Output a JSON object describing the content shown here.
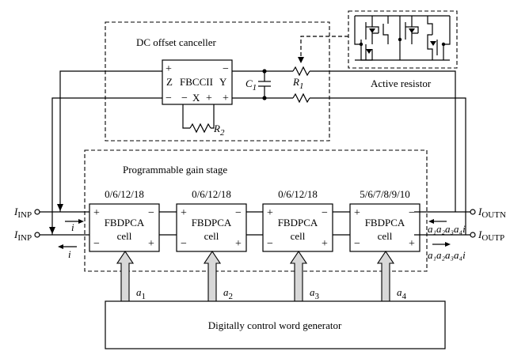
{
  "labels": {
    "dc_offset_canceller": "DC offset canceller",
    "fbccii": "FBCCII",
    "port_z": "Z",
    "port_y": "Y",
    "port_x": "X",
    "c1": "C",
    "c1_sub": "1",
    "r1": "R",
    "r1_sub": "1",
    "r2": "R",
    "r2_sub": "2",
    "active_resistor": "Active resistor",
    "programmable_gain_stage": "Programmable gain stage",
    "word_generator": "Digitally control word generator",
    "i_inp_1": "I",
    "i_inp_1_sub": "INP",
    "i_inp_2": "I",
    "i_inp_2_sub": "INP",
    "i_outn": "I",
    "i_outn_sub": "OUTN",
    "i_outp": "I",
    "i_outp_sub": "OUTP",
    "current_i_1": "i",
    "current_i_2": "i",
    "out_current_1": "a₁a₂a₃a₄i",
    "out_current_2": "a₁a₂a₃a₄i"
  },
  "cells": [
    {
      "gain": "0/6/12/18",
      "name": "FBDPCA",
      "sub": "cell",
      "control": "a",
      "control_sub": "1"
    },
    {
      "gain": "0/6/12/18",
      "name": "FBDPCA",
      "sub": "cell",
      "control": "a",
      "control_sub": "2"
    },
    {
      "gain": "0/6/12/18",
      "name": "FBDPCA",
      "sub": "cell",
      "control": "a",
      "control_sub": "3"
    },
    {
      "gain": "5/6/7/8/9/10",
      "name": "FBDPCA",
      "sub": "cell",
      "control": "a",
      "control_sub": "4"
    }
  ],
  "signs": {
    "plus": "+",
    "minus": "−"
  }
}
